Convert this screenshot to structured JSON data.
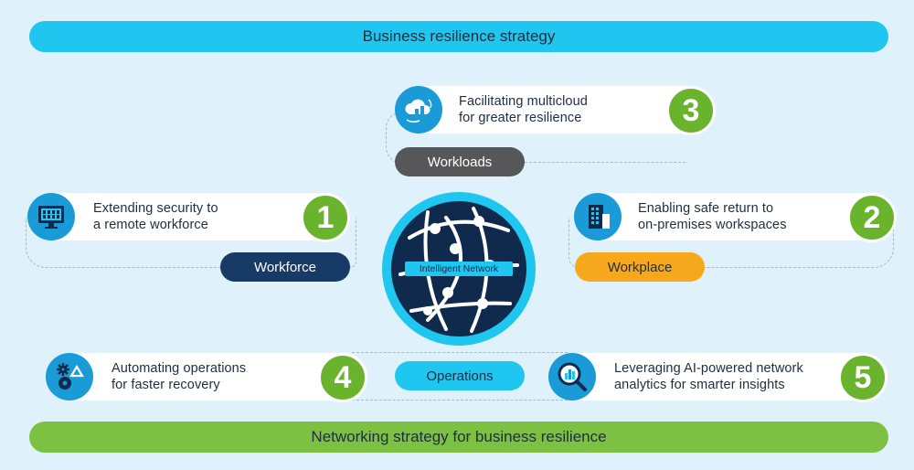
{
  "top_banner": "Business resilience strategy",
  "bottom_banner": "Networking strategy for business resilience",
  "center_label": "Intelligent Network",
  "pillars": {
    "workloads": "Workloads",
    "workforce": "Workforce",
    "workplace": "Workplace",
    "operations": "Operations"
  },
  "cards": [
    {
      "number": "1",
      "line1": "Extending security to",
      "line2": "a remote workforce",
      "icon": "monitor-users-icon"
    },
    {
      "number": "2",
      "line1": "Enabling safe return to",
      "line2": "on-premises workspaces",
      "icon": "building-icon"
    },
    {
      "number": "3",
      "line1": "Facilitating multicloud",
      "line2": "for greater resilience",
      "icon": "multicloud-icon"
    },
    {
      "number": "4",
      "line1": "Automating operations",
      "line2": "for faster recovery",
      "icon": "gears-icon"
    },
    {
      "number": "5",
      "line1": "Leveraging AI-powered network",
      "line2": "analytics for smarter insights",
      "icon": "analytics-magnifier-icon"
    }
  ],
  "colors": {
    "background": "#dff2fb",
    "top_banner": "#1ec6f0",
    "bottom_banner": "#7cc142",
    "number_badge": "#6ab42d",
    "icon_circle": "#1a9bd7",
    "workloads": "#555759",
    "workforce": "#183a66",
    "workplace": "#f6a81c",
    "operations": "#1ec6f0",
    "globe": "#0f2a4d"
  }
}
